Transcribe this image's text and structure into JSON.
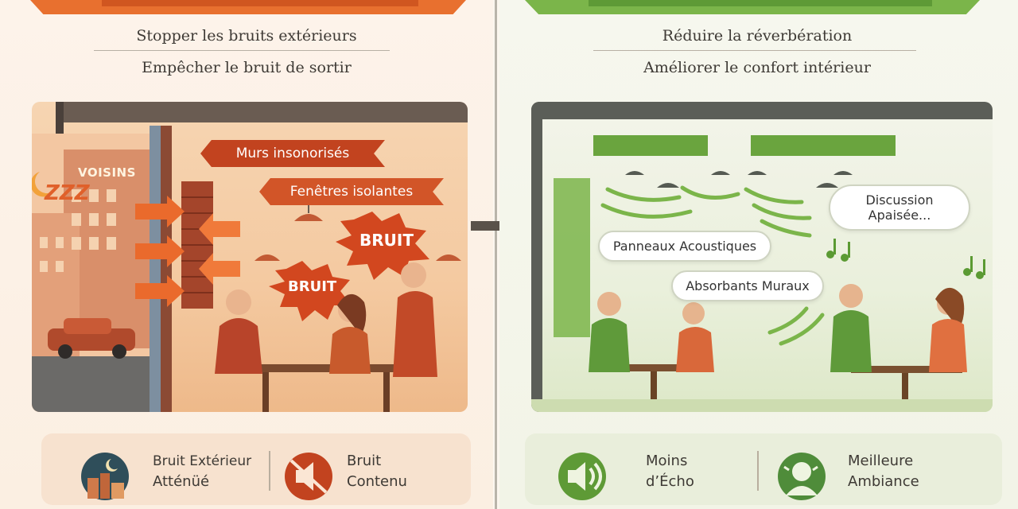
{
  "left": {
    "title": "Stopper les bruits extérieurs",
    "subtitle": "Empêcher le bruit de sortir",
    "tag_walls": "Murs insonorisés",
    "tag_windows": "Fenêtres isolantes",
    "neighbors_label": "VOISINS",
    "sleep_label": "ZZZ",
    "burst1": "BRUIT",
    "burst2": "BRUIT",
    "footer": {
      "item1_line1": "Bruit Extérieur",
      "item1_line2": "Atténüé",
      "item2_line1": "Bruit",
      "item2_line2": "Contenu"
    },
    "colors": {
      "accent": "#e8702f",
      "tag": "#c2431f"
    }
  },
  "right": {
    "title": "Réduire la réverbération",
    "subtitle": "Améliorer le confort intérieur",
    "bubble_panels": "Panneaux Acoustiques",
    "bubble_absorb": "Absorbants Muraux",
    "bubble_discussion_line1": "Discussion",
    "bubble_discussion_line2": "Apaisée...",
    "footer": {
      "item1_line1": "Moins",
      "item1_line2": "d’Écho",
      "item2_line1": "Meilleure",
      "item2_line2": "Ambiance"
    },
    "colors": {
      "accent": "#7bb54a",
      "icon": "#4f8c3a"
    }
  }
}
